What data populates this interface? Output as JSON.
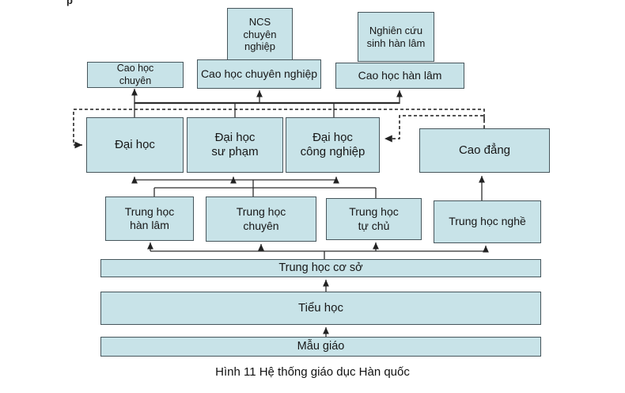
{
  "page": {
    "caption": "Hình 11 Hệ thống giáo dục Hàn quốc",
    "stray_mark": "p"
  },
  "colors": {
    "box_fill": "#c8e3e8",
    "box_border": "#47565c",
    "line": "#2e2e2e",
    "dashed_line": "#1a1a1a"
  },
  "boxes": {
    "ncs_chuyen_nghiep": {
      "label": "NCS\nchuyên\nnghiệp"
    },
    "nghien_cuu_sinh_han_lam": {
      "label": "Nghiên cứu\nsinh hàn lâm"
    },
    "cao_hoc_chuyen": {
      "label": "Cao học\nchuyên"
    },
    "cao_hoc_chuyen_nghiep": {
      "label": "Cao học chuyên nghiệp"
    },
    "cao_hoc_han_lam": {
      "label": "Cao học hàn lâm"
    },
    "dai_hoc": {
      "label": "Đại học"
    },
    "dai_hoc_su_pham": {
      "label": "Đại học\nsư phạm"
    },
    "dai_hoc_cong_nghiep": {
      "label": "Đại học\ncông nghiệp"
    },
    "cao_dang": {
      "label": "Cao đẳng"
    },
    "trung_hoc_han_lam": {
      "label": "Trung học\nhàn lâm"
    },
    "trung_hoc_chuyen": {
      "label": "Trung học\nchuyên"
    },
    "trung_hoc_tu_chu": {
      "label": "Trung học\ntự chủ"
    },
    "trung_hoc_nghe": {
      "label": "Trung học nghề"
    },
    "trung_hoc_co_so": {
      "label": "Trung học cơ sở"
    },
    "tieu_hoc": {
      "label": "Tiểu học"
    },
    "mau_giao": {
      "label": "Mẫu giáo"
    }
  },
  "connections": [
    {
      "from": "Mẫu giáo",
      "to": "Tiểu học",
      "style": "solid-arrow"
    },
    {
      "from": "Tiểu học",
      "to": "Trung học cơ sở",
      "style": "solid-arrow"
    },
    {
      "from": "Trung học cơ sở",
      "to": "Trung học hàn lâm, Trung học chuyên, Trung học tự chủ, Trung học nghề",
      "style": "solid-arrow"
    },
    {
      "from": "Trung học hàn lâm, Trung học chuyên, Trung học tự chủ",
      "to": "Đại học, Đại học sư phạm, Đại học công nghiệp",
      "style": "solid-arrow"
    },
    {
      "from": "Trung học nghề",
      "to": "Cao đẳng",
      "style": "solid-arrow"
    },
    {
      "from": "Đại học, Đại học sư phạm, Đại học công nghiệp",
      "to": "Cao học chuyên, Cao học chuyên nghiệp, Cao học hàn lâm",
      "style": "solid-arrow"
    },
    {
      "from": "Cao đẳng",
      "to": "Đại học",
      "style": "dashed-arrow"
    },
    {
      "from": "Cao đẳng",
      "to": "Đại học công nghiệp",
      "style": "dashed-arrow"
    }
  ]
}
